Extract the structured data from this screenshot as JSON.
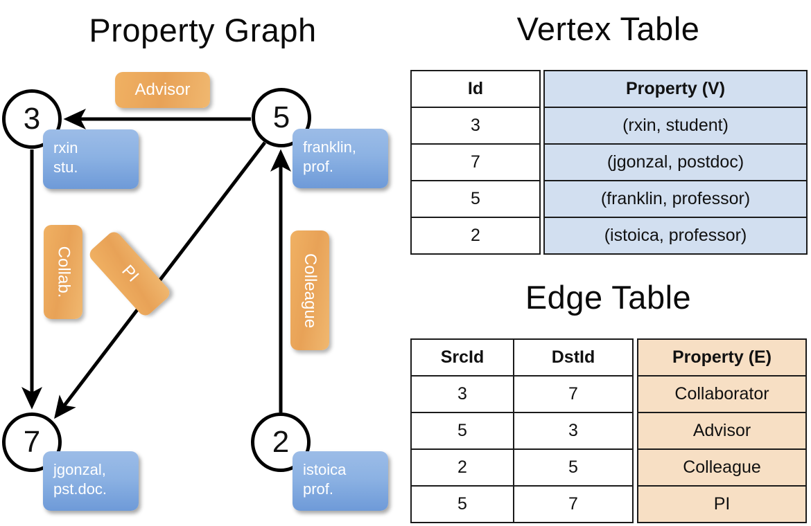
{
  "titles": {
    "property_graph": "Property Graph",
    "vertex_table": "Vertex Table",
    "edge_table": "Edge Table"
  },
  "graph": {
    "nodes": [
      {
        "id": "3",
        "property": "rxin\nstu."
      },
      {
        "id": "5",
        "property": "franklin,\nprof."
      },
      {
        "id": "7",
        "property": "jgonzal,\npst.doc."
      },
      {
        "id": "2",
        "property": "istoica\nprof."
      }
    ],
    "node_labels": {
      "n3": "3",
      "n5": "5",
      "n7": "7",
      "n2": "2"
    },
    "vertex_props": {
      "n3_line1": "rxin",
      "n3_line2": "stu.",
      "n5_line1": "franklin,",
      "n5_line2": "prof.",
      "n7_line1": "jgonzal,",
      "n7_line2": "pst.doc.",
      "n2_line1": "istoica",
      "n2_line2": "prof."
    },
    "edge_labels": {
      "advisor": "Advisor",
      "collab": "Collab.",
      "pi": "PI",
      "colleague": "Colleague"
    },
    "edges": [
      {
        "src": "5",
        "dst": "3",
        "label": "Advisor"
      },
      {
        "src": "3",
        "dst": "7",
        "label": "Collab."
      },
      {
        "src": "5",
        "dst": "7",
        "label": "PI"
      },
      {
        "src": "2",
        "dst": "5",
        "label": "Colleague"
      }
    ]
  },
  "vertex_table": {
    "headers": [
      "Id",
      "Property (V)"
    ],
    "rows": [
      {
        "id": "3",
        "property": "(rxin, student)"
      },
      {
        "id": "7",
        "property": "(jgonzal, postdoc)"
      },
      {
        "id": "5",
        "property": "(franklin, professor)"
      },
      {
        "id": "2",
        "property": "(istoica, professor)"
      }
    ]
  },
  "edge_table": {
    "headers": [
      "SrcId",
      "DstId",
      "Property (E)"
    ],
    "rows": [
      {
        "src": "3",
        "dst": "7",
        "property": "Collaborator"
      },
      {
        "src": "5",
        "dst": "3",
        "property": "Advisor"
      },
      {
        "src": "2",
        "dst": "5",
        "property": "Colleague"
      },
      {
        "src": "5",
        "dst": "7",
        "property": "PI"
      }
    ]
  },
  "colors": {
    "vertex_property_fill": "#d2dff0",
    "edge_property_fill": "#f7dfc4",
    "vertex_node_box": "#8cb2e3",
    "edge_label_box": "#e8a257",
    "stroke": "#000000",
    "background": "#ffffff"
  }
}
